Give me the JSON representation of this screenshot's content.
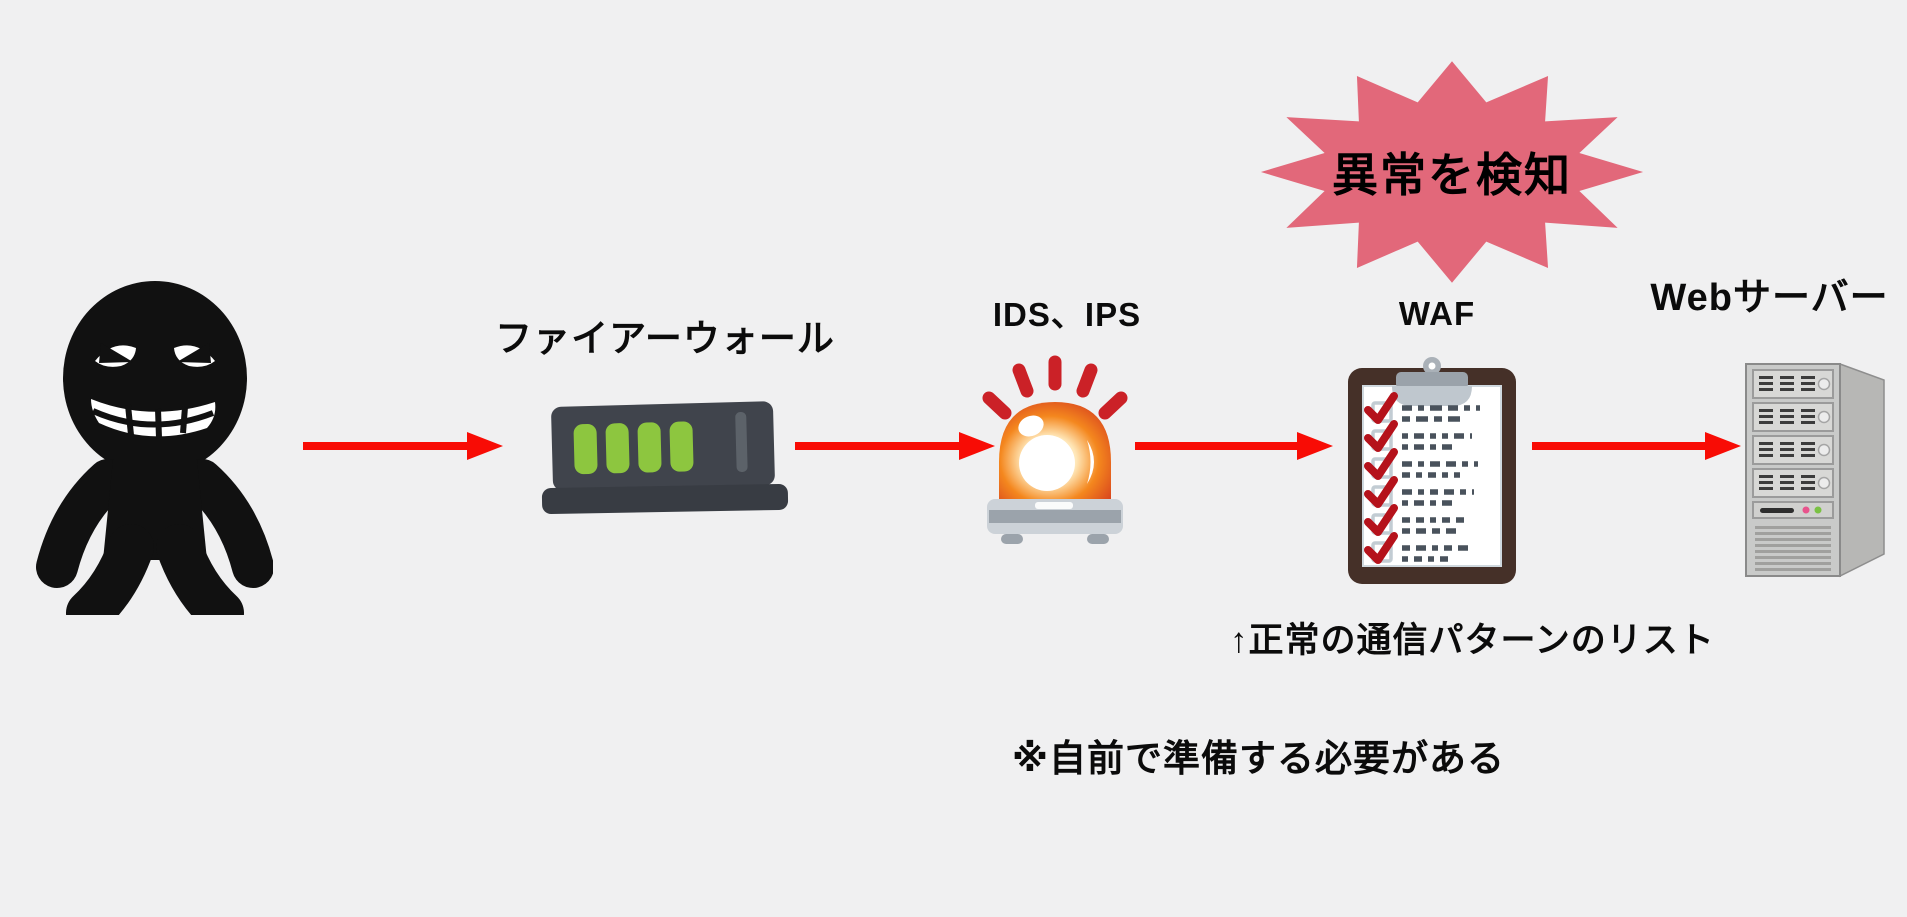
{
  "diagram": {
    "colors": {
      "background": "#f0f0f1",
      "arrow": "#f80c05",
      "burst_fill": "#e2687a",
      "text": "#0b0b0b",
      "firewall_led_green": "#8dc63f",
      "siren_red": "#cb2127",
      "checkmark_red": "#b5121b"
    },
    "burst": {
      "label": "異常を検知"
    },
    "attacker": {
      "icon": "attacker-silhouette-icon"
    },
    "firewall": {
      "label": "ファイアーウォール",
      "icon": "firewall-appliance-icon"
    },
    "ids_ips": {
      "label": "IDS、IPS",
      "icon": "alarm-siren-icon"
    },
    "waf": {
      "label": "WAF",
      "icon": "checklist-clipboard-icon"
    },
    "web_server": {
      "label": "Webサーバー",
      "icon": "server-tower-icon"
    },
    "notes": {
      "waf_list": "↑正常の通信パターンのリスト",
      "preparation": "※自前で準備する必要がある"
    }
  }
}
